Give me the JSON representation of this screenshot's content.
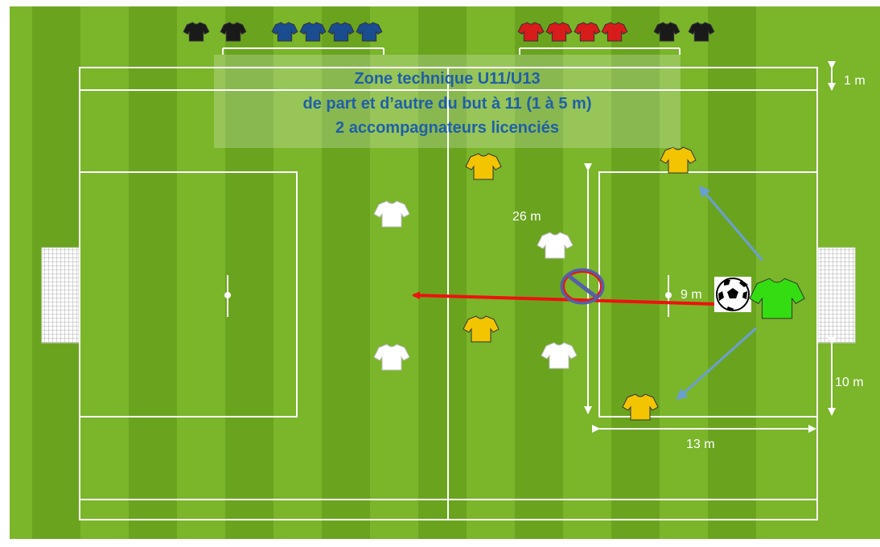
{
  "title_lines": [
    "Zone technique U11/U13",
    "de part et d’autre du but à 11 (1 à 5 m)",
    "2 accompagnateurs licenciés"
  ],
  "dimensions": {
    "top_margin": "1 m",
    "box_length": "26 m",
    "penalty_spot": "9 m",
    "goal_offset": "10 m",
    "box_depth": "13 m"
  },
  "colors": {
    "grass_light": "#7ab52a",
    "grass_dark": "#6aa41f",
    "line": "#ffffff",
    "title": "#1f5fa8",
    "pass_arrow": "#6a9fd4",
    "forbidden_arrow": "#ee1111",
    "shirt_yellow": "#f2c500",
    "shirt_white": "#ffffff",
    "shirt_green": "#33dd11",
    "shirt_blue": "#1a4d8f",
    "shirt_red": "#d81b1b",
    "shirt_black": "#1a1a1a"
  },
  "icons": {
    "ball": "soccer-ball-icon",
    "forbidden": "forbidden-sign-icon",
    "shirt": "jersey-icon"
  }
}
